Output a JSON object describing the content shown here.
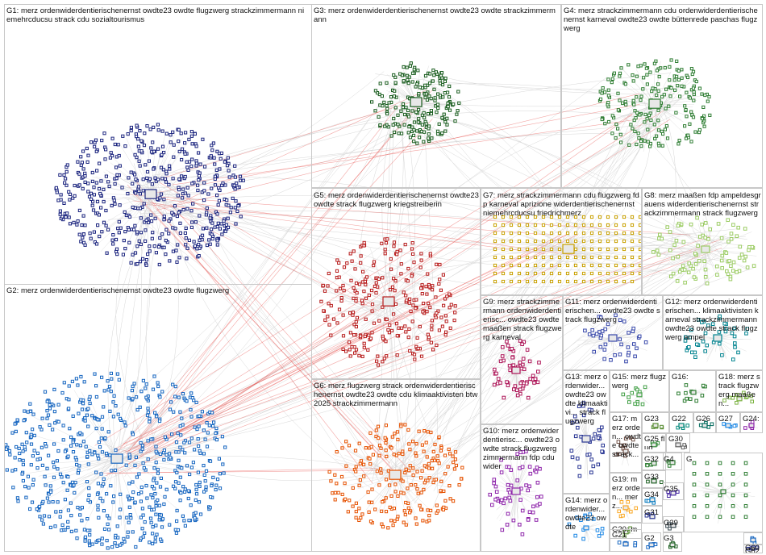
{
  "graph": {
    "groups": [
      {
        "id": "G1",
        "label": "G1: merz ordenwiderdentierischenernst owdte23 owdte flugzwerg strackzimmermann niemehrcducsu strack cdu sozialtourismus",
        "color": "#1a237e"
      },
      {
        "id": "G2",
        "label": "G2: merz ordenwiderdentierischenernst owdte23 owdte flugzwerg",
        "color": "#1565c0"
      },
      {
        "id": "G3",
        "label": "G3: merz ordenwiderdentierischenernst owdte23 owdte strackzimmermann",
        "color": "#1b5e20"
      },
      {
        "id": "G4",
        "label": "G4: merz strackzimmermann cdu ordenwiderdentierischenernst karneval owdte23 owdte büttenrede paschas flugzwerg",
        "color": "#2e7d32"
      },
      {
        "id": "G5",
        "label": "G5: merz ordenwiderdentierischenernst owdte23 owdte strack flugzwerg kriegstreiberin",
        "color": "#b71c1c"
      },
      {
        "id": "G6",
        "label": "G6: merz flugzwerg strack ordenwiderdentierischenernst owdte23 owdte cdu klimaaktivisten btw2025 strackzimmermann",
        "color": "#e65100"
      },
      {
        "id": "G7",
        "label": "G7: merz strackzimmermann cdu flugzwerg fdp karneval aprizione widerdentierischenernst niemehrcducsu friedrichmerz",
        "color": "#c8a000"
      },
      {
        "id": "G8",
        "label": "G8: merz maaßen fdp ampeldesgrauens widerdentierischenernst strackzimmermann strack flugzwerg",
        "color": "#9ccc65"
      },
      {
        "id": "G9",
        "label": "G9: merz strackzimmermann ordenwiderdentierisc... owdte23 owdte maaßen strack flugzwerg karneval",
        "color": "#ad1457"
      },
      {
        "id": "G10",
        "label": "G10: merz ordenwiderdentierisc... owdte23 owdte strack flugzwerg zimmermann fdp cdu wider",
        "color": "#8e24aa"
      },
      {
        "id": "G11",
        "label": "G11: merz ordenwiderdentierischen... owdte23 owdte strack flugzwerg",
        "color": "#3949ab"
      },
      {
        "id": "G12",
        "label": "G12: merz ordenwiderdentierischen... klimaaktivisten karneval strackzimmermann owdte23 owdte strack flugzwerg ampel",
        "color": "#00838f"
      },
      {
        "id": "G13",
        "label": "G13: merz ordenwider... owdte23 owdte klimaaktivi... strack flugzwerg",
        "color": "#283593"
      },
      {
        "id": "G14",
        "label": "G14: merz ordenwider... owdte23 owdte",
        "color": "#1e88e5"
      },
      {
        "id": "G15",
        "label": "G15: merz flugzwerg",
        "color": "#43a047"
      },
      {
        "id": "G16",
        "label": "G16:",
        "color": "#2e7d32"
      },
      {
        "id": "G17",
        "label": "G17: merz orden... owdte owdte strack...",
        "color": "#6d4c41"
      },
      {
        "id": "G18",
        "label": "G18: merz strack flugzwerg maaßen...",
        "color": "#7cb342"
      },
      {
        "id": "G19",
        "label": "G19: merz orden... merz...",
        "color": "#f9a825"
      },
      {
        "id": "G20",
        "label": "G20: merz...",
        "color": "#558b2f"
      },
      {
        "id": "G21",
        "label": "G21",
        "color": "#1565c0"
      },
      {
        "id": "G22",
        "label": "G22",
        "color": "#00897b"
      },
      {
        "id": "G23",
        "label": "G23",
        "color": "#558b2f"
      },
      {
        "id": "G24",
        "label": "G24:",
        "color": "#8e24aa"
      },
      {
        "id": "G25",
        "label": "G25 flug...",
        "color": "#388e3c"
      },
      {
        "id": "G26",
        "label": "G26",
        "color": "#00695c"
      },
      {
        "id": "G27",
        "label": "G27",
        "color": "#1e88e5"
      },
      {
        "id": "G30",
        "label": "G30",
        "color": "#616161"
      },
      {
        "id": "G31",
        "label": "G31",
        "color": "#283593"
      },
      {
        "id": "G32",
        "label": "G32",
        "color": "#2e7d32"
      },
      {
        "id": "G33",
        "label": "G33",
        "color": "#1b5e20"
      },
      {
        "id": "G34",
        "label": "G34",
        "color": "#0277bd"
      },
      {
        "id": "G35",
        "label": "G35",
        "color": "#4527a0"
      },
      {
        "id": "G39",
        "label": "G39",
        "color": "#37474f"
      },
      {
        "id": "G62",
        "label": "G62",
        "color": "#1565c0"
      },
      {
        "id": "G60",
        "label": "G60",
        "color": "#283593"
      },
      {
        "id": "G2b",
        "label": "G2",
        "color": "#1565c0"
      },
      {
        "id": "G3b",
        "label": "G3",
        "color": "#1b5e20"
      },
      {
        "id": "G4b",
        "label": "G4",
        "color": "#2e7d32"
      },
      {
        "id": "Gx",
        "label": "G",
        "color": "#2e7d32"
      }
    ],
    "colors": {
      "edge": "#d8d8d8",
      "cross_edge": "#e53935",
      "panel_border": "#c8c8c8"
    }
  }
}
